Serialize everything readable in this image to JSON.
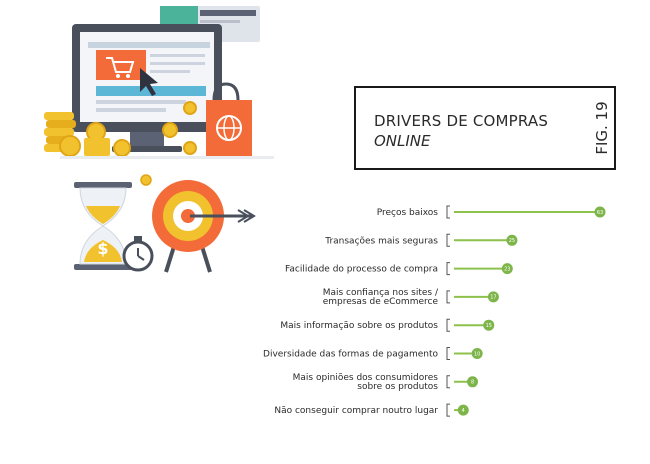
{
  "title": {
    "line1": "DRIVERS DE COMPRAS",
    "line2": "ONLINE",
    "fig": "FIG. 19"
  },
  "colors": {
    "bar": "#8cc14c",
    "dot": "#7eb54a",
    "bracket": "#555555",
    "orange": "#f26b38",
    "gold": "#f2c12e",
    "monitor": "#4a4f5c"
  },
  "icons": [
    "shopping-cart-icon",
    "cursor-icon",
    "shopping-bag-icon",
    "globe-icon",
    "coin-icon",
    "hourglass-icon",
    "stopwatch-icon",
    "target-icon",
    "arrow-icon",
    "banknote-icon"
  ],
  "chart_data": {
    "type": "bar",
    "orientation": "horizontal",
    "categories": [
      "Preços baixos",
      "Transações mais seguras",
      "Facilidade do processo de compra",
      "Mais confiança nos sites / empresas de eCommerce",
      "Mais informação sobre os produtos",
      "Diversidade das formas de pagamento",
      "Mais opiniões dos consumidores sobre os produtos",
      "Não conseguir comprar noutro lugar"
    ],
    "label_lines": [
      [
        "Preços baixos"
      ],
      [
        "Transações mais seguras"
      ],
      [
        "Facilidade do processo de compra"
      ],
      [
        "Mais confiança nos sites /",
        "empresas de eCommerce"
      ],
      [
        "Mais informação sobre os produtos"
      ],
      [
        "Diversidade das formas de pagamento"
      ],
      [
        "Mais opiniões dos consumidores",
        "sobre os produtos"
      ],
      [
        "Não conseguir comprar noutro lugar"
      ]
    ],
    "values": [
      63,
      25,
      23,
      17,
      15,
      10,
      8,
      4
    ],
    "value_labels": [
      "63",
      "25",
      "23",
      "17",
      "15",
      "10",
      "8",
      "4"
    ],
    "xlim": [
      0,
      63
    ],
    "grid": false,
    "legend": "none"
  }
}
